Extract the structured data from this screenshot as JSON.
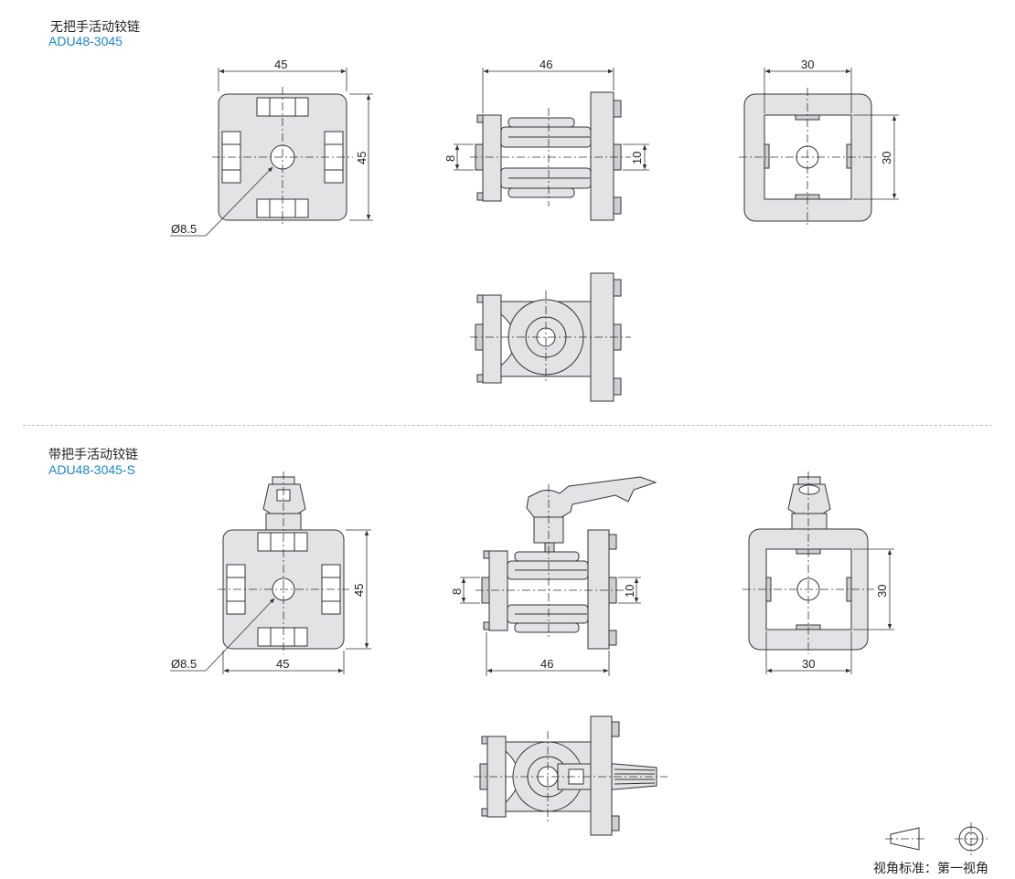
{
  "sections": [
    {
      "title": "无把手活动铰链",
      "code": "ADU48-3045"
    },
    {
      "title": "带把手活动铰链",
      "code": "ADU48-3045-S"
    }
  ],
  "dimensions": {
    "top": {
      "front_width": "45",
      "front_height": "45",
      "hole": "Ø8.5",
      "side_width": "46",
      "side_left": "8",
      "side_right": "10",
      "back_width": "30",
      "back_height": "30"
    },
    "bottom": {
      "front_width": "45",
      "front_height": "45",
      "hole": "Ø8.5",
      "side_width": "46",
      "side_left": "8",
      "side_right": "10",
      "back_width": "30",
      "back_height": "30"
    }
  },
  "projection_standard": "视角标准：第一视角"
}
